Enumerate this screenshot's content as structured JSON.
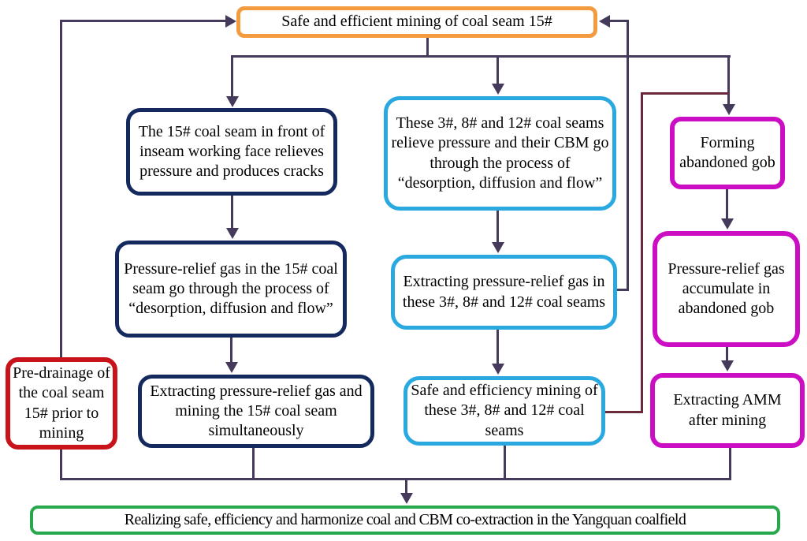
{
  "colors": {
    "line": "#45395C",
    "accent": "#6B2A3C",
    "background": "#FFFFFF",
    "text": "#000000"
  },
  "nodes": {
    "goal": {
      "label": "Safe and efficient mining of coal seam 15#",
      "border_color": "#F49B40"
    },
    "predrainage": {
      "label": "Pre-drainage of the coal seam 15# prior to mining",
      "border_color": "#C8131B"
    },
    "s15_cracks": {
      "label": "The 15# coal seam in front of inseam working face relieves pressure and produces cracks",
      "border_color": "#14295E"
    },
    "s15_gas": {
      "label": "Pressure-relief gas in the 15# coal seam go through the process of “desorption, diffusion and flow”",
      "border_color": "#14295E"
    },
    "s15_extract": {
      "label": "Extracting pressure-relief gas and mining the 15# coal seam simultaneously",
      "border_color": "#14295E"
    },
    "adj_relieve": {
      "label": "These 3#, 8# and 12# coal seams relieve pressure and their CBM go through the process of “desorption, diffusion and flow”",
      "border_color": "#29A9E0"
    },
    "adj_extract": {
      "label": "Extracting pressure-relief gas in these 3#, 8# and 12# coal seams",
      "border_color": "#29A9E0"
    },
    "adj_mining": {
      "label": "Safe and efficiency mining of these 3#, 8# and 12# coal seams",
      "border_color": "#29A9E0"
    },
    "gob_forming": {
      "label": "Forming abandoned gob",
      "border_color": "#CB0EC4"
    },
    "gob_gas": {
      "label": "Pressure-relief gas accumulate in abandoned gob",
      "border_color": "#CB0EC4"
    },
    "gob_amm": {
      "label": "Extracting AMM after mining",
      "border_color": "#CB0EC4"
    },
    "result": {
      "label": "Realizing safe, efficiency and harmonize coal and CBM co-extraction in the Yangquan coalfield",
      "border_color": "#28A84D"
    }
  },
  "edges": [
    {
      "from": "goal",
      "to": "s15_cracks"
    },
    {
      "from": "goal",
      "to": "adj_relieve"
    },
    {
      "from": "goal",
      "to": "gob_forming"
    },
    {
      "from": "s15_cracks",
      "to": "s15_gas"
    },
    {
      "from": "s15_gas",
      "to": "s15_extract"
    },
    {
      "from": "adj_relieve",
      "to": "adj_extract"
    },
    {
      "from": "adj_extract",
      "to": "adj_mining"
    },
    {
      "from": "adj_extract",
      "to": "goal"
    },
    {
      "from": "adj_mining",
      "to": "gob_forming"
    },
    {
      "from": "gob_forming",
      "to": "gob_gas"
    },
    {
      "from": "gob_gas",
      "to": "gob_amm"
    },
    {
      "from": "predrainage",
      "to": "goal"
    },
    {
      "from": "s15_extract",
      "to": "result"
    },
    {
      "from": "adj_mining",
      "to": "result"
    },
    {
      "from": "gob_amm",
      "to": "result"
    },
    {
      "from": "predrainage",
      "to": "result"
    }
  ]
}
